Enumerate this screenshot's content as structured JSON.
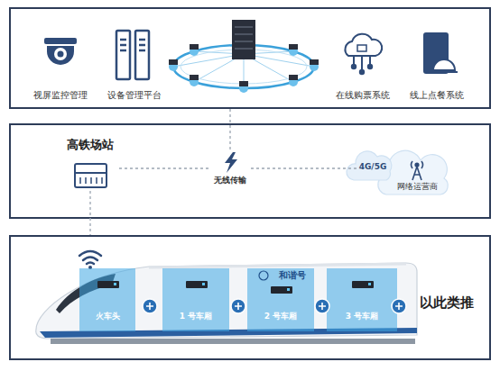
{
  "diagram": {
    "nodes": [
      {
        "text": []
      },
      {
        "text": [
          "视屏监控管理"
        ],
        "in": 0
      },
      {
        "text": [
          "设备管理平台"
        ],
        "in": 0
      },
      {
        "text": [
          "在线购票系统"
        ],
        "in": 0
      },
      {
        "text": [
          "线上点餐系统"
        ],
        "in": 0
      },
      {
        "text": []
      },
      {
        "text": [
          "高铁场站"
        ],
        "in": 5
      },
      {
        "text": [
          "无线传输"
        ],
        "in": 5
      },
      {
        "text": [
          "4G/5G",
          "网络运营商"
        ],
        "in": 5
      },
      {
        "text": []
      },
      {
        "text": [
          "和谐号"
        ],
        "in": 9
      },
      {
        "text": [
          "火车头"
        ],
        "in": 10
      },
      {
        "text": [
          "1 号车厢"
        ],
        "in": 10
      },
      {
        "text": [
          "2 号车厢"
        ],
        "in": 10
      },
      {
        "text": [
          "3 号车厢"
        ],
        "in": 10
      }
    ],
    "edges": [
      {
        "from": 0,
        "to": 7,
        "arrow": "none"
      },
      {
        "from": 6,
        "to": 7,
        "arrow": "none"
      },
      {
        "from": 7,
        "to": 8,
        "arrow": "none"
      },
      {
        "from": 6,
        "to": 9,
        "arrow": "none"
      }
    ],
    "labels": [
      "以此类推"
    ]
  }
}
